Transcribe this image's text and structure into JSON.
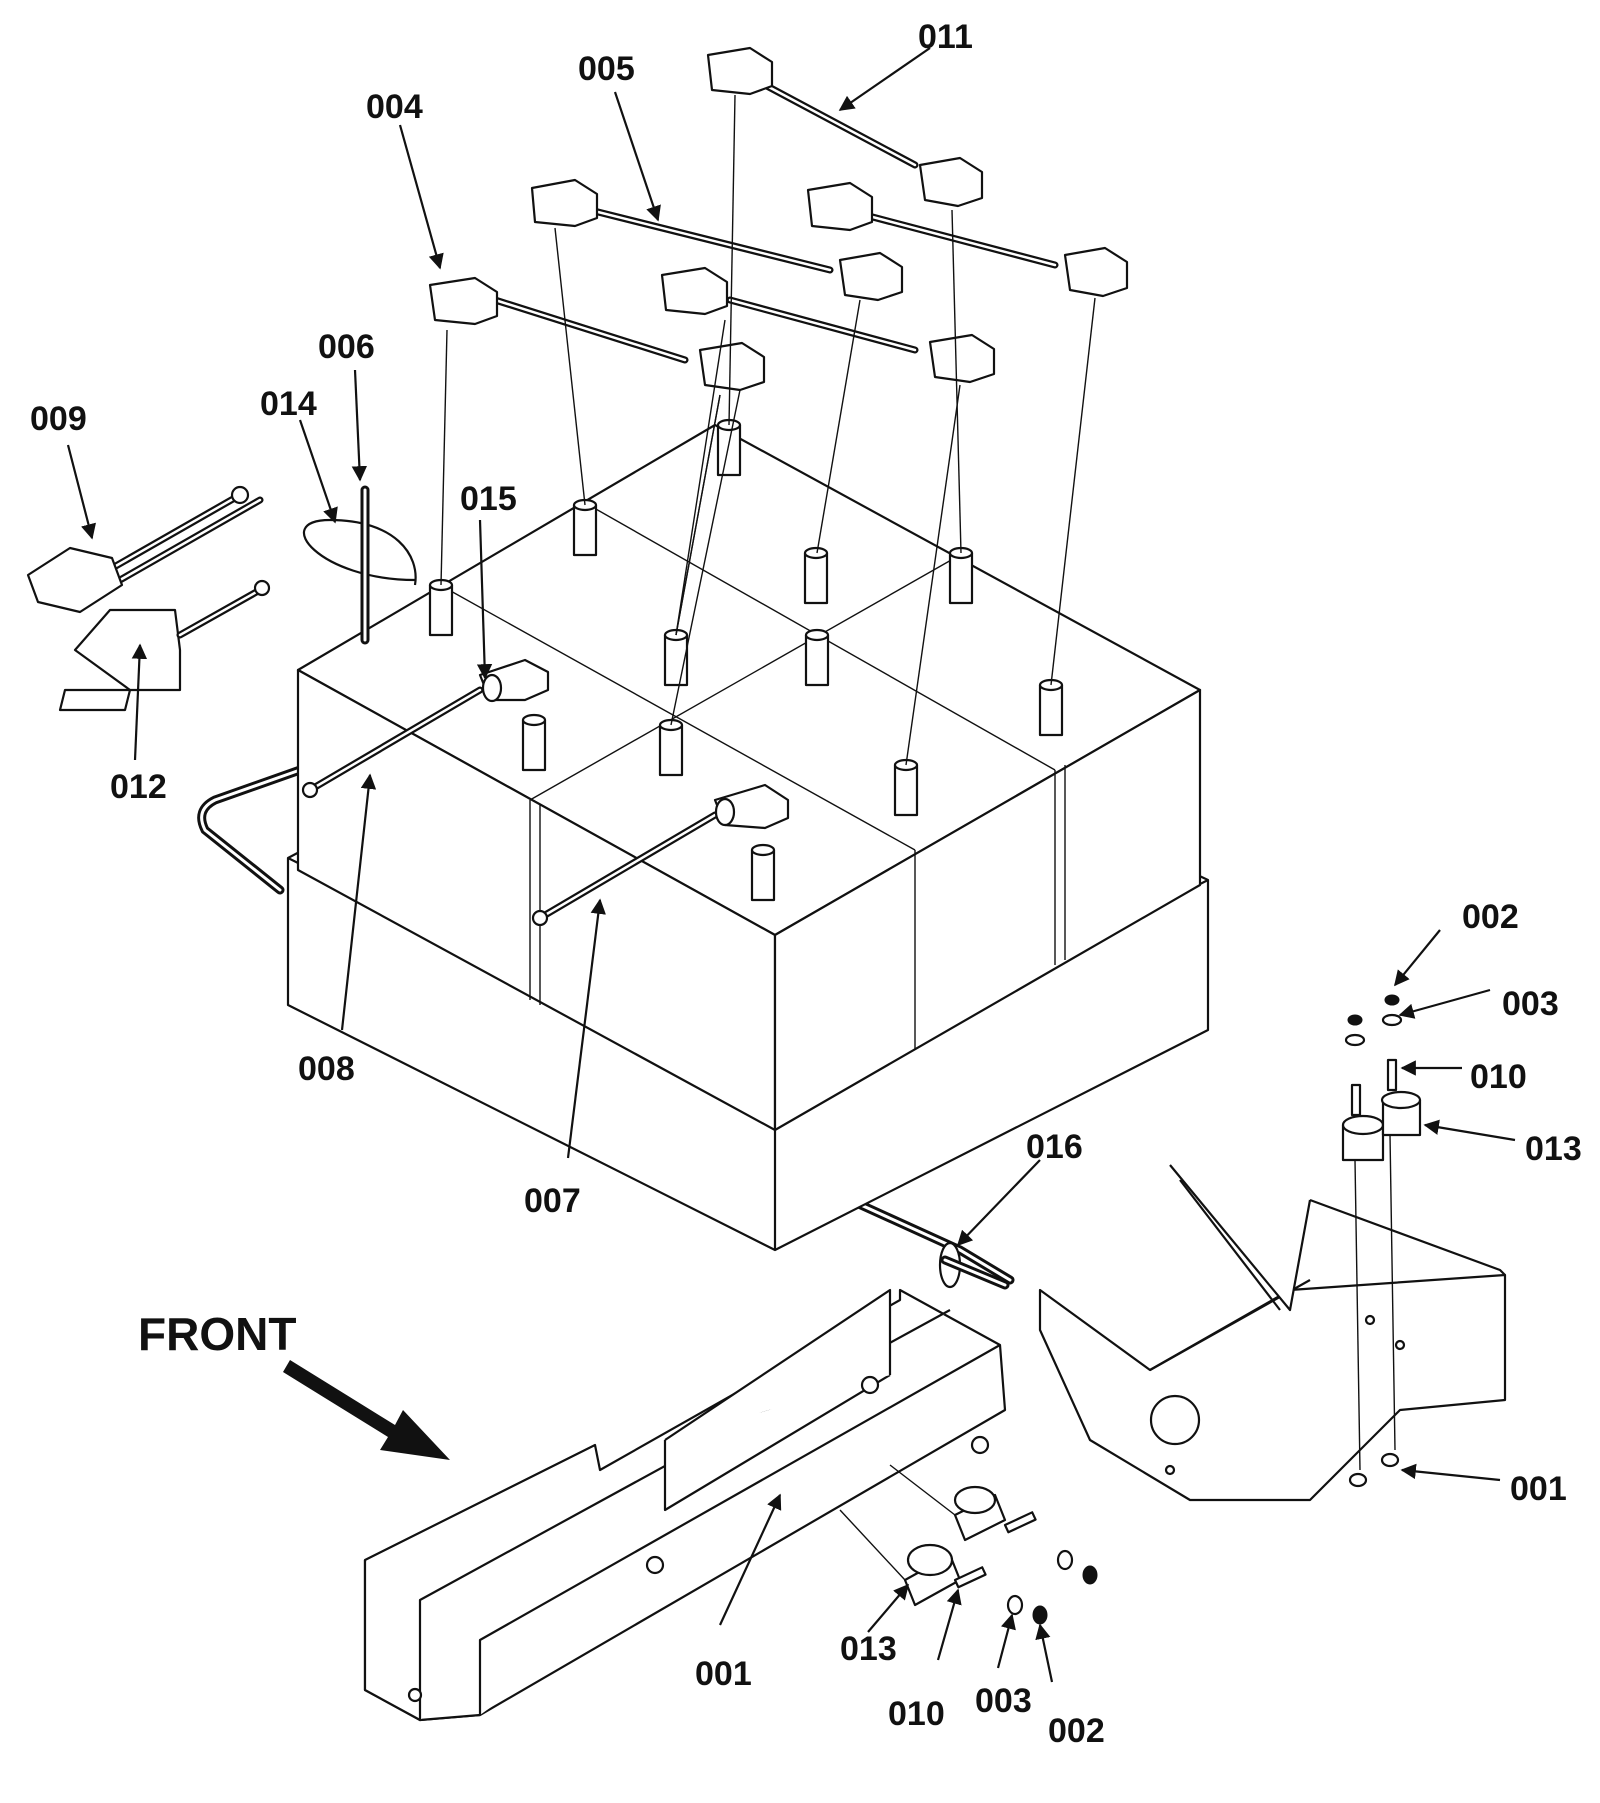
{
  "colors": {
    "ink": "#111111",
    "paper": "#ffffff"
  },
  "front_label": "FRONT",
  "callouts": [
    {
      "id": "011",
      "label": "011"
    },
    {
      "id": "005",
      "label": "005"
    },
    {
      "id": "004",
      "label": "004"
    },
    {
      "id": "006",
      "label": "006"
    },
    {
      "id": "014",
      "label": "014"
    },
    {
      "id": "009",
      "label": "009"
    },
    {
      "id": "015",
      "label": "015"
    },
    {
      "id": "012",
      "label": "012"
    },
    {
      "id": "008",
      "label": "008"
    },
    {
      "id": "007",
      "label": "007"
    },
    {
      "id": "002a",
      "label": "002"
    },
    {
      "id": "003a",
      "label": "003"
    },
    {
      "id": "010a",
      "label": "010"
    },
    {
      "id": "013a",
      "label": "013"
    },
    {
      "id": "016",
      "label": "016"
    },
    {
      "id": "001a",
      "label": "001"
    },
    {
      "id": "013b",
      "label": "013"
    },
    {
      "id": "001b",
      "label": "001"
    },
    {
      "id": "010b",
      "label": "010"
    },
    {
      "id": "003b",
      "label": "003"
    },
    {
      "id": "002b",
      "label": "002"
    }
  ]
}
